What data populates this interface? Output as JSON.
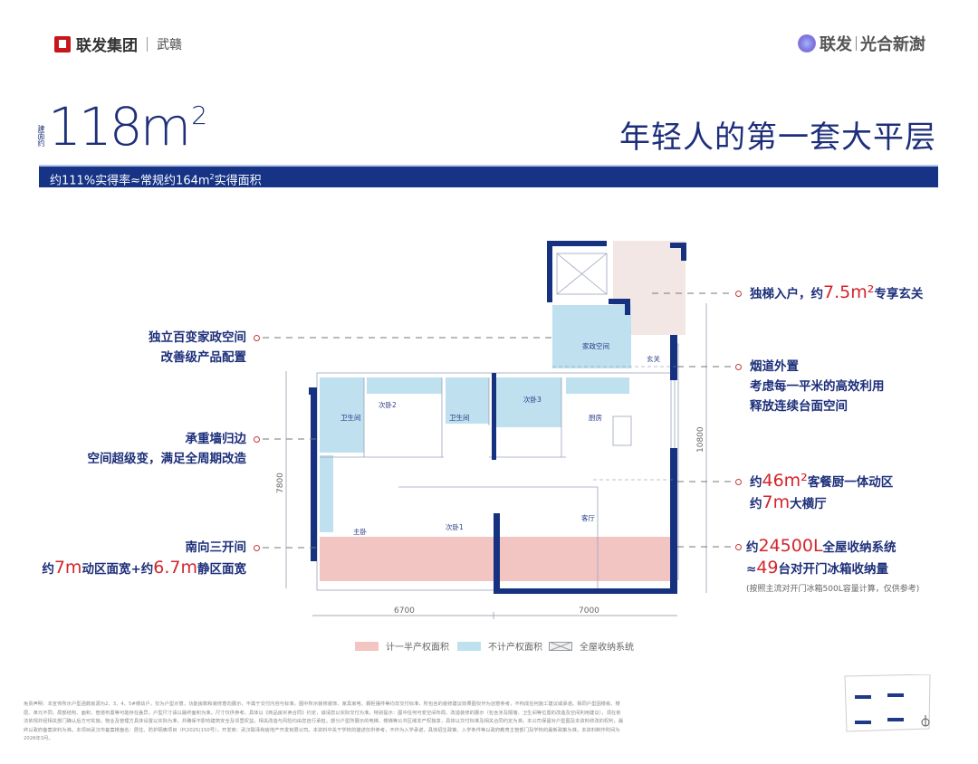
{
  "header": {
    "group_brand": "联发集团",
    "city": "武赣",
    "project_brand_a": "联发",
    "project_brand_b": "光合新澍"
  },
  "title": {
    "area_prefix": "建面约",
    "area_value": "118m",
    "area_sup": "2",
    "slogan": "年轻人的第一套大平层"
  },
  "subtitle_bar": {
    "text_a": "约111%实得率≈常规约164m",
    "sup": "2",
    "text_b": "实得面积"
  },
  "annotations_left": [
    {
      "line1": "独立百变家政空间",
      "line2": "改善级产品配置"
    },
    {
      "line1": "承重墙归边",
      "line2": "空间超级变，满足全周期改造"
    },
    {
      "line1": "南向三开间",
      "line2_a": "约",
      "line2_b": "7m",
      "line2_c": "动区面宽+约",
      "line2_d": "6.7m",
      "line2_e": "静区面宽"
    }
  ],
  "annotations_right": [
    {
      "a": "独梯入户，约",
      "b": "7.5m²",
      "c": "专享玄关"
    },
    {
      "line1": "烟道外置",
      "line2": "考虑每一平米的高效利用",
      "line3": "释放连续台面空间"
    },
    {
      "a": "约",
      "b": "46m²",
      "c": "客餐厨一体动区",
      "d": "约",
      "e": "7m",
      "f": "大横厅"
    },
    {
      "a": "约",
      "b": "24500L",
      "c": "全屋收纳系统",
      "d": "≈",
      "e": "49",
      "f": "台对开门冰箱收纳量",
      "note": "(按照主流对开门冰箱500L容量计算，仅供参考)"
    }
  ],
  "rooms": {
    "bath_a": "卫生间",
    "bed2": "次卧2",
    "bath_b": "卫生间",
    "bed3": "次卧3",
    "housekeeping": "家政空间",
    "foyer": "玄关",
    "kitchen": "厨房",
    "master": "主卧",
    "bed1": "次卧1",
    "living": "客厅"
  },
  "dimensions": {
    "left_height": "7800",
    "right_height": "10800",
    "bottom_left": "6700",
    "bottom_right": "7000"
  },
  "legend": [
    {
      "label": "计一半产权面积",
      "color": "#f2c4c2"
    },
    {
      "label": "不计产权面积",
      "color": "#bfe0ee"
    },
    {
      "label": "全屋收纳系统"
    }
  ],
  "colors": {
    "brand_blue": "#163386",
    "accent_red": "#d3262c",
    "wall": "#16317f"
  },
  "disclaimer": "免责声明：本宣传所示户型函数房源为2、3、4、5#楼幼户，仅为户型示意，功能房数和装修意向展示，不属于交付内容与标准，图中所示装修装饰、家具家电、橱柜摆件等均非交付标准，所包含的装修建议效果图仅作为创意参考，不构成任何施工建议或承诺。相同户型因楼栋、楼层、单元不同，局部结构、面积、管道布置等可能存在差异，户型尺寸请以最终面积为准。尺寸仅供参考，具体以《商品房买卖合同》约定，诚请您以实际交付为准。特别提示：图中任何可变空间布局、改造装修的展示（包含涉及隔墙、卫生间等位置的改造及空间利用建议），须在依法依规并经相关部门确认后方可实施，物业及管理方具体设置以实际为准，并确保不影响建筑安全及邻里权益，相关改造与风险均由您自行承担。部分户型所展示的电梯、楼梯等公共区域非产权独享，具体以交付标准及相关合同约定为准。本公司保留对户型图及本资料修改的权利，最终以政府备案资料为准。本项目武汉市备案楼盘名：居住、防护隔离项目（P(2025)150号），开发商：武汉联泽和房地产开发有限公司。本资料中关于学校的描述仅供参考，不作为入学承诺，具体招生政策、入学条件等以政府教育主管部门及学校的最新政策为准。本资料制作时间为2026年3月。"
}
